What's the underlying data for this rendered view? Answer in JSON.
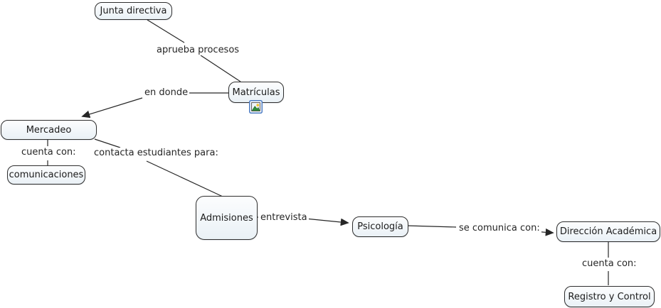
{
  "map": {
    "background_color": "#ffffff",
    "node_fill_top": "#fcfdfe",
    "node_fill_bottom": "#eaf1f6",
    "node_border_color": "#2e2e2e",
    "line_color": "#262626",
    "text_color": "#1b1b1b"
  },
  "concepts": [
    {
      "id": "junta-directiva",
      "label": "Junta directiva"
    },
    {
      "id": "matriculas",
      "label": "Matrículas",
      "resource_icon": "image-resource-icon"
    },
    {
      "id": "mercadeo",
      "label": "Mercadeo"
    },
    {
      "id": "comunicaciones",
      "label": "comunicaciones"
    },
    {
      "id": "admisiones",
      "label": "Admisiones"
    },
    {
      "id": "psicologia",
      "label": "Psicología"
    },
    {
      "id": "direccion-academica",
      "label": "Dirección Académica"
    },
    {
      "id": "registro-y-control",
      "label": "Registro y Control"
    }
  ],
  "linking_phrases": [
    {
      "id": "aprueba-procesos",
      "label": "aprueba procesos",
      "from": "Junta directiva",
      "to": "Matrículas",
      "arrow": false
    },
    {
      "id": "en-donde",
      "label": "en donde",
      "from": "Matrículas",
      "to": "Mercadeo",
      "arrow": true
    },
    {
      "id": "cuenta-con-mercadeo",
      "label": "cuenta con:",
      "from": "Mercadeo",
      "to": "comunicaciones",
      "arrow": false
    },
    {
      "id": "contacta-estudiantes",
      "label": "contacta estudiantes para:",
      "from": "Mercadeo",
      "to": "Admisiones",
      "arrow": false
    },
    {
      "id": "entrevista",
      "label": "entrevista",
      "from": "Admisiones",
      "to": "Psicología",
      "arrow": true
    },
    {
      "id": "se-comunica-con",
      "label": "se comunica con:",
      "from": "Psicología",
      "to": "Dirección Académica",
      "arrow": true
    },
    {
      "id": "cuenta-con-direccion",
      "label": "cuenta con:",
      "from": "Dirección Académica",
      "to": "Registro y Control",
      "arrow": false
    }
  ]
}
